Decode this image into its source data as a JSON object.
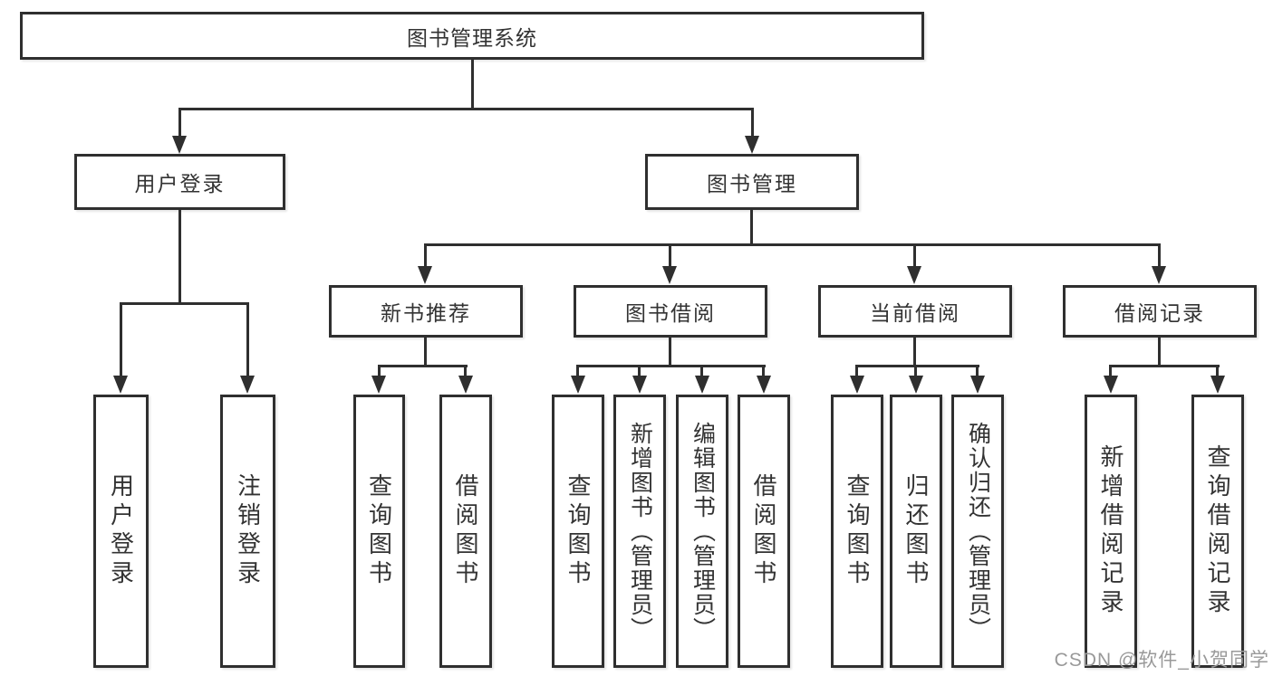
{
  "tree": {
    "root": "图书管理系统",
    "branches": [
      {
        "label": "用户登录",
        "leaves": [
          "用户登录",
          "注销登录"
        ]
      },
      {
        "label": "图书管理",
        "groups": [
          {
            "label": "新书推荐",
            "leaves": [
              "查询图书",
              "借阅图书"
            ]
          },
          {
            "label": "图书借阅",
            "leaves": [
              "查询图书",
              "新增图书（管理员）",
              "编辑图书（管理员）",
              "借阅图书"
            ]
          },
          {
            "label": "当前借阅",
            "leaves": [
              "查询图书",
              "归还图书",
              "确认归还（管理员）"
            ]
          },
          {
            "label": "借阅记录",
            "leaves": [
              "新增借阅记录",
              "查询借阅记录"
            ]
          }
        ]
      }
    ]
  },
  "watermark": "CSDN @软件_小贺同学",
  "colors": {
    "line": "#2f2f2f",
    "text": "#333333",
    "watermark": "#999999",
    "bg": "#ffffff"
  }
}
